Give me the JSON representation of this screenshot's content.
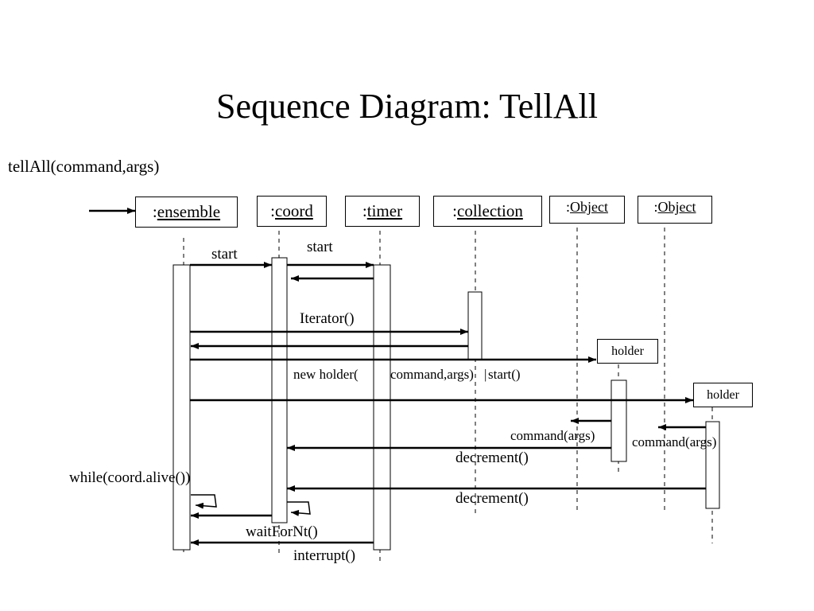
{
  "title": "Sequence Diagram: TellAll",
  "trigger_message": "tellAll(command,args)",
  "objects": [
    {
      "prefix": ":",
      "name": "ensemble"
    },
    {
      "prefix": ":",
      "name": "coord"
    },
    {
      "prefix": ":",
      "name": "timer"
    },
    {
      "prefix": ":",
      "name": "collection"
    },
    {
      "prefix": ":",
      "name": "Object"
    },
    {
      "prefix": ":",
      "name": "Object"
    }
  ],
  "created_objects": [
    "holder",
    "holder"
  ],
  "messages": [
    "start",
    "start",
    "Iterator()",
    "new holder(",
    "command,args)",
    "start()",
    "command(args)",
    "command(args)",
    "decrement()",
    "while(coord.alive())",
    "decrement()",
    "waitForNt()",
    "interrupt()"
  ]
}
